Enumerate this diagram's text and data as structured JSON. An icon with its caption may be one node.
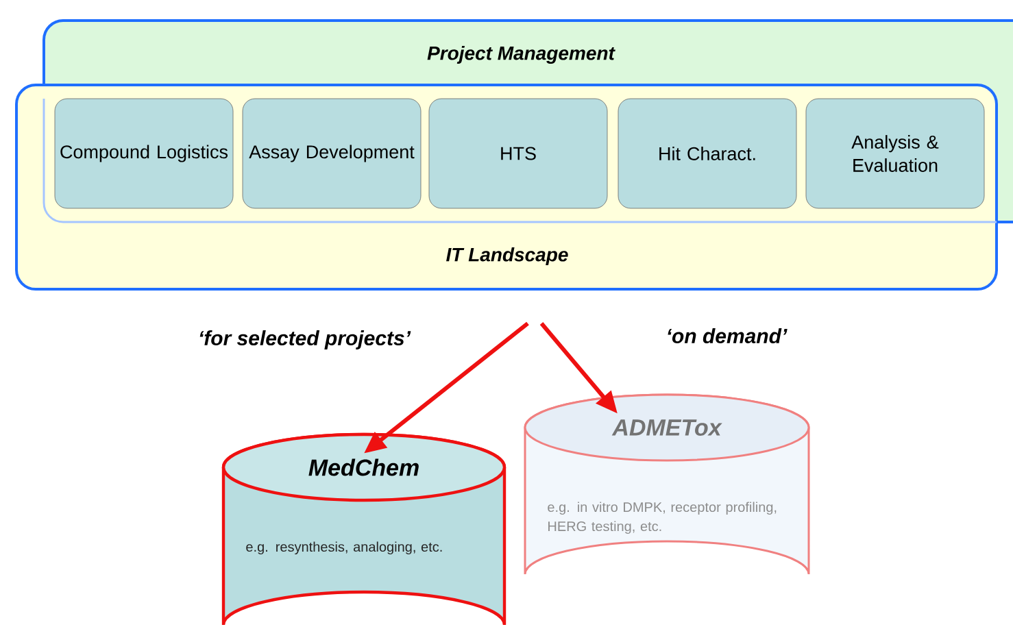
{
  "diagram": {
    "nodes": [
      {
        "text": [
          "Project Management"
        ]
      },
      {
        "text": [
          "IT Landscape"
        ]
      },
      {
        "text": [
          "Compound Logistics"
        ]
      },
      {
        "text": [
          "Assay Development"
        ]
      },
      {
        "text": [
          "HTS"
        ]
      },
      {
        "text": [
          "Hit Charact."
        ]
      },
      {
        "text": [
          "Analysis & Evaluation"
        ]
      },
      {
        "text": [
          "MedChem",
          "e.g. resynthesis, analoging, etc."
        ]
      },
      {
        "text": [
          "ADMETox",
          "e.g. in vitro DMPK, receptor profiling, HERG testing, etc."
        ]
      }
    ],
    "edges": [
      {
        "from": null,
        "to": 7,
        "arrow": "to",
        "label": "‘for selected projects’"
      },
      {
        "from": null,
        "to": 8,
        "arrow": "to",
        "label": "‘on demand’"
      }
    ]
  }
}
